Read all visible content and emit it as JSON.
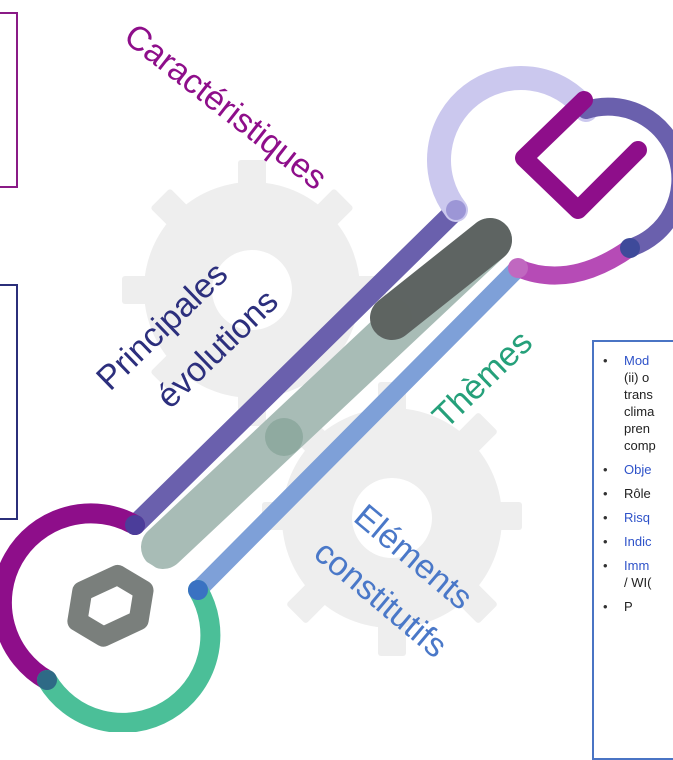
{
  "labels": {
    "caracteristiques": "Caractéristiques",
    "principales_line1": "Principales",
    "principales_line2": "évolutions",
    "themes": "Thèmes",
    "elements_line1": "Eléments",
    "elements_line2": "constitutifs"
  },
  "info_list": [
    {
      "title": "Mod",
      "detail_lines": [
        "(ii) o",
        "trans",
        "clima",
        "pren",
        "comp"
      ],
      "accent": true
    },
    {
      "title": "Obje",
      "detail_lines": [],
      "accent": true
    },
    {
      "title": "Rôle",
      "detail_lines": [],
      "accent": false
    },
    {
      "title": "Risq",
      "detail_lines": [],
      "accent": true
    },
    {
      "title": "Indic",
      "detail_lines": [],
      "accent": true
    },
    {
      "title": "Imm",
      "detail_lines": [
        "/ WI("
      ],
      "accent": true
    },
    {
      "title": "P",
      "detail_lines": [],
      "accent": false
    }
  ],
  "colors": {
    "purple": "#8e0e8a",
    "indigo": "#2c2f7d",
    "teal": "#25a07a",
    "blue": "#4a78c8",
    "slate": "#6a60ad",
    "gear": "#ececec"
  }
}
